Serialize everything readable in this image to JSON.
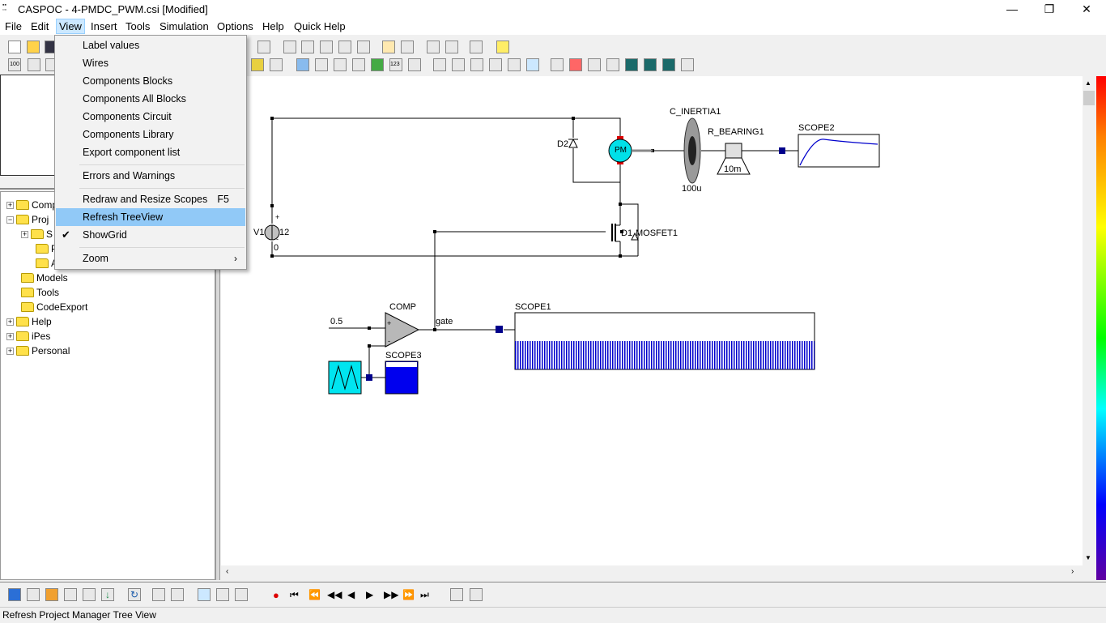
{
  "window": {
    "title": "CASPOC - 4-PMDC_PWM.csi [Modified]",
    "minimize": "—",
    "maximize": "❐",
    "close": "✕"
  },
  "menubar": {
    "items": [
      "File",
      "Edit",
      "View",
      "Insert",
      "Tools",
      "Simulation",
      "Options",
      "Help",
      "Quick Help"
    ]
  },
  "view_menu": {
    "items": [
      {
        "label": "Label values"
      },
      {
        "label": "Wires"
      },
      {
        "label": "Components Blocks"
      },
      {
        "label": "Components All Blocks"
      },
      {
        "label": "Components Circuit"
      },
      {
        "label": "Components Library"
      },
      {
        "label": "Export component list"
      },
      {
        "label": "Errors and Warnings"
      },
      {
        "label": "Redraw and Resize Scopes",
        "shortcut": "F5"
      },
      {
        "label": "Refresh TreeView"
      },
      {
        "label": "ShowGrid",
        "checked": "✔"
      },
      {
        "label": "Zoom",
        "submenu": "›"
      }
    ]
  },
  "tree": {
    "items": [
      {
        "label": "Comp",
        "expander": "+"
      },
      {
        "label": "Proj",
        "expander": "−"
      },
      {
        "label": "S",
        "expander": "+"
      },
      {
        "label": "P"
      },
      {
        "label": "A"
      },
      {
        "label": "Models"
      },
      {
        "label": "Tools"
      },
      {
        "label": "CodeExport"
      },
      {
        "label": "Help",
        "expander": "+"
      },
      {
        "label": "iPes",
        "expander": "+"
      },
      {
        "label": "Personal",
        "expander": "+"
      }
    ]
  },
  "circuit": {
    "c_inertia": "C_INERTIA1",
    "c_inertia_value": "100u",
    "r_bearing": "R_BEARING1",
    "r_bearing_value": "10m",
    "scope2": "SCOPE2",
    "d2": "D2",
    "pm": "PM",
    "v1": "V1",
    "v1_value": "12",
    "v1_plus": "+",
    "v1_minus": "-",
    "v1_zero": "0",
    "d1_mosfet": "D1",
    "mosfet": "MOSFET1",
    "comp": "COMP",
    "comp_plus": "+",
    "comp_minus": "-",
    "gate": "gate",
    "const_value": "0.5",
    "scope1": "SCOPE1",
    "scope3": "SCOPE3"
  },
  "statusbar": {
    "text": "Refresh Project Manager Tree View"
  },
  "colors": {
    "menu_highlight": "#91c9f7",
    "scope_blue": "#0000cc",
    "motor_cyan": "#00e0e8"
  }
}
